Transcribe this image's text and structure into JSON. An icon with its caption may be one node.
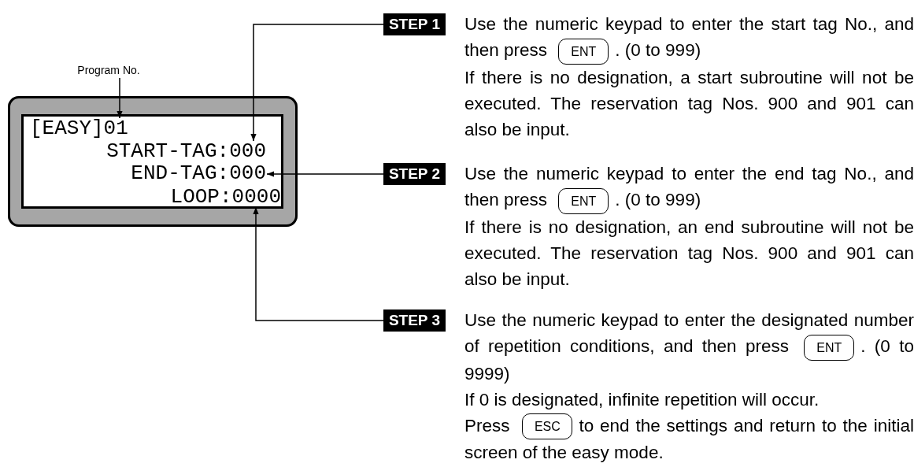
{
  "diagram": {
    "nodes": [
      {
        "text": [],
        "shape": "box"
      },
      {
        "text": [
          "[EASY]01"
        ],
        "in": 0
      },
      {
        "text": [
          "START-TAG:000"
        ],
        "in": 0
      },
      {
        "text": [
          "END-TAG:000"
        ],
        "in": 0
      },
      {
        "text": [
          "LOOP:0000"
        ],
        "in": 0
      },
      {
        "text": [
          "Program No."
        ]
      },
      {
        "text": [
          "STEP 1"
        ],
        "beside": [
          "Use the numeric keypad to enter the start tag No., and then press",
          "ENT",
          ". (0 to 999)",
          "If there is no designation, a start subroutine will not be executed. The reservation tag Nos. 900 and 901 can also be input."
        ]
      },
      {
        "text": [
          "STEP 2"
        ],
        "beside": [
          "Use the numeric keypad to enter the end tag No., and then press",
          "ENT",
          ". (0 to 999)",
          "If there is no designation, an end subroutine will not be executed. The reservation tag Nos. 900 and 901 can also be input."
        ]
      },
      {
        "text": [
          "STEP 3"
        ],
        "beside": [
          "Use the numeric keypad to enter the designated number of repetition conditions, and then press",
          "ENT",
          ". (0 to 9999)",
          "If 0 is designated, infinite repetition will occur.",
          "Press",
          "ESC",
          "to end the settings and return to the initial screen of the easy mode."
        ]
      }
    ],
    "edges": [
      {
        "from": 5,
        "to": 1,
        "arrow": "to"
      },
      {
        "from": 6,
        "to": 2,
        "arrow": "to"
      },
      {
        "from": 7,
        "to": 3,
        "arrow": "to"
      },
      {
        "from": 8,
        "to": 4,
        "arrow": "to"
      }
    ]
  }
}
